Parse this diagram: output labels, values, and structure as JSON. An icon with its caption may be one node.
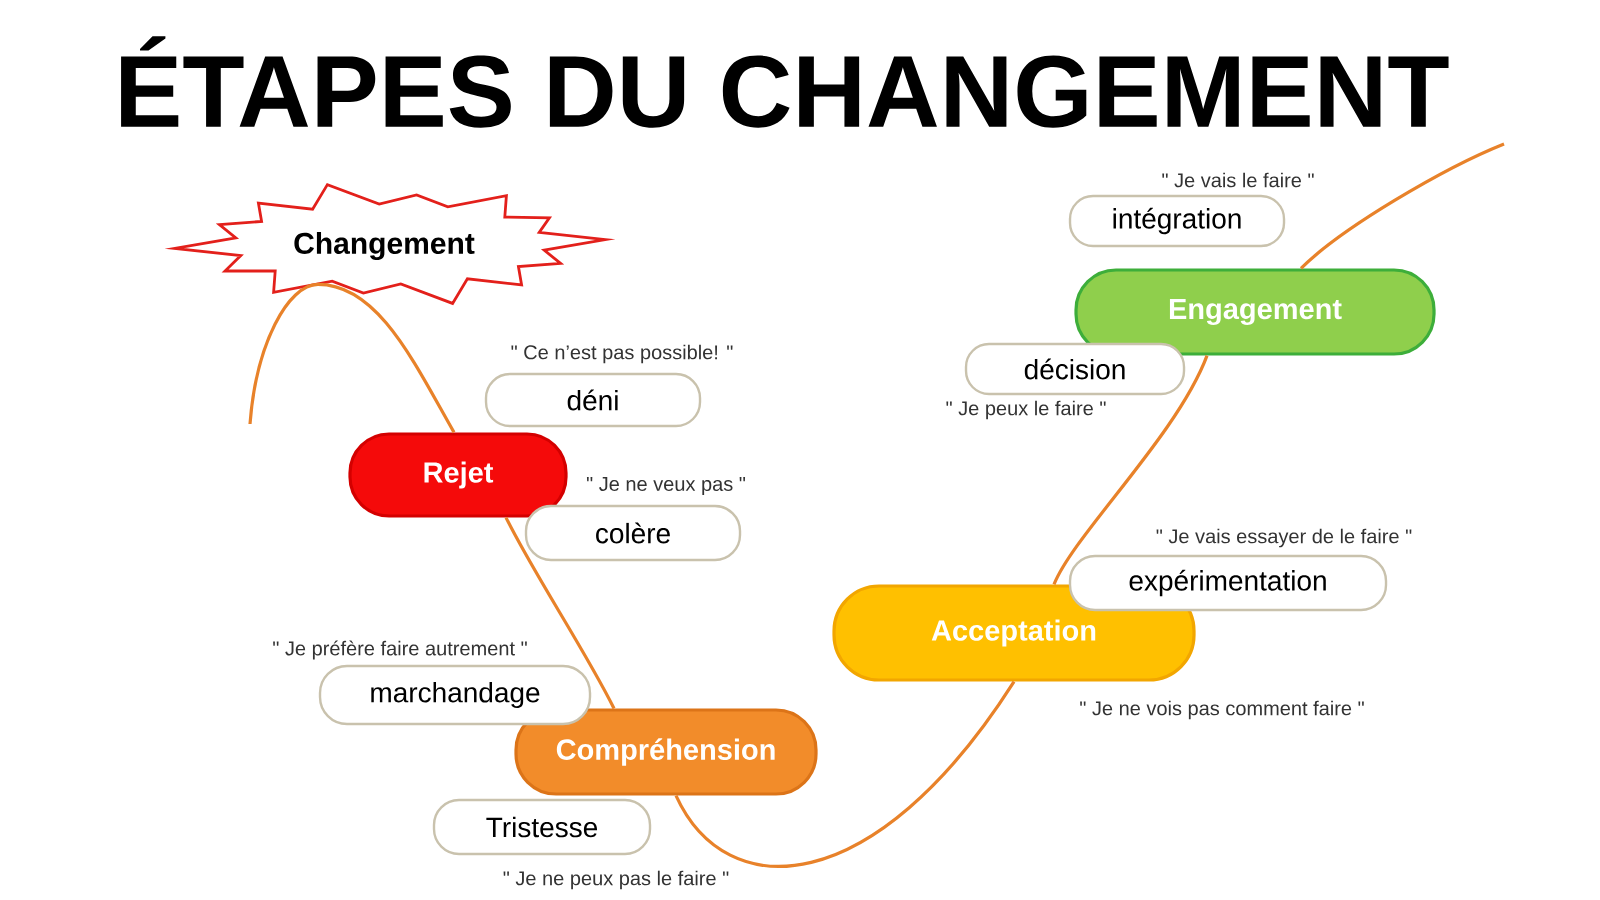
{
  "diagram": {
    "title": "ÉTAPES DU CHANGEMENT",
    "nodes": [
      {
        "text": [
          "Changement"
        ]
      },
      {
        "text": [
          "Rejet"
        ]
      },
      {
        "text": [
          "déni"
        ],
        "beside": [
          "\" Ce n’est pas possible! \""
        ]
      },
      {
        "text": [
          "colère"
        ],
        "beside": [
          "\" Je ne veux pas \""
        ]
      },
      {
        "text": [
          "Compréhension"
        ]
      },
      {
        "text": [
          "marchandage"
        ],
        "beside": [
          "\" Je préfère faire autrement \""
        ]
      },
      {
        "text": [
          "Tristesse"
        ],
        "beside": [
          "\" Je ne peux pas le faire \""
        ]
      },
      {
        "text": [
          "Acceptation"
        ],
        "beside": [
          "\" Je ne vois pas comment faire \""
        ]
      },
      {
        "text": [
          "expérimentation"
        ],
        "beside": [
          "\" Je vais essayer de le faire \""
        ]
      },
      {
        "text": [
          "Engagement"
        ]
      },
      {
        "text": [
          "décision"
        ],
        "beside": [
          "\" Je peux le faire \""
        ]
      },
      {
        "text": [
          "intégration"
        ],
        "beside": [
          "\" Je vais le faire \""
        ]
      }
    ],
    "edges": [
      {
        "from": null,
        "to": 0,
        "arrow": "none"
      },
      {
        "from": 0,
        "to": 1,
        "arrow": "none"
      },
      {
        "from": 1,
        "to": 4,
        "arrow": "none"
      },
      {
        "from": 4,
        "to": 7,
        "arrow": "none"
      },
      {
        "from": 7,
        "to": 9,
        "arrow": "none"
      },
      {
        "from": 9,
        "to": null,
        "arrow": "none"
      }
    ]
  }
}
